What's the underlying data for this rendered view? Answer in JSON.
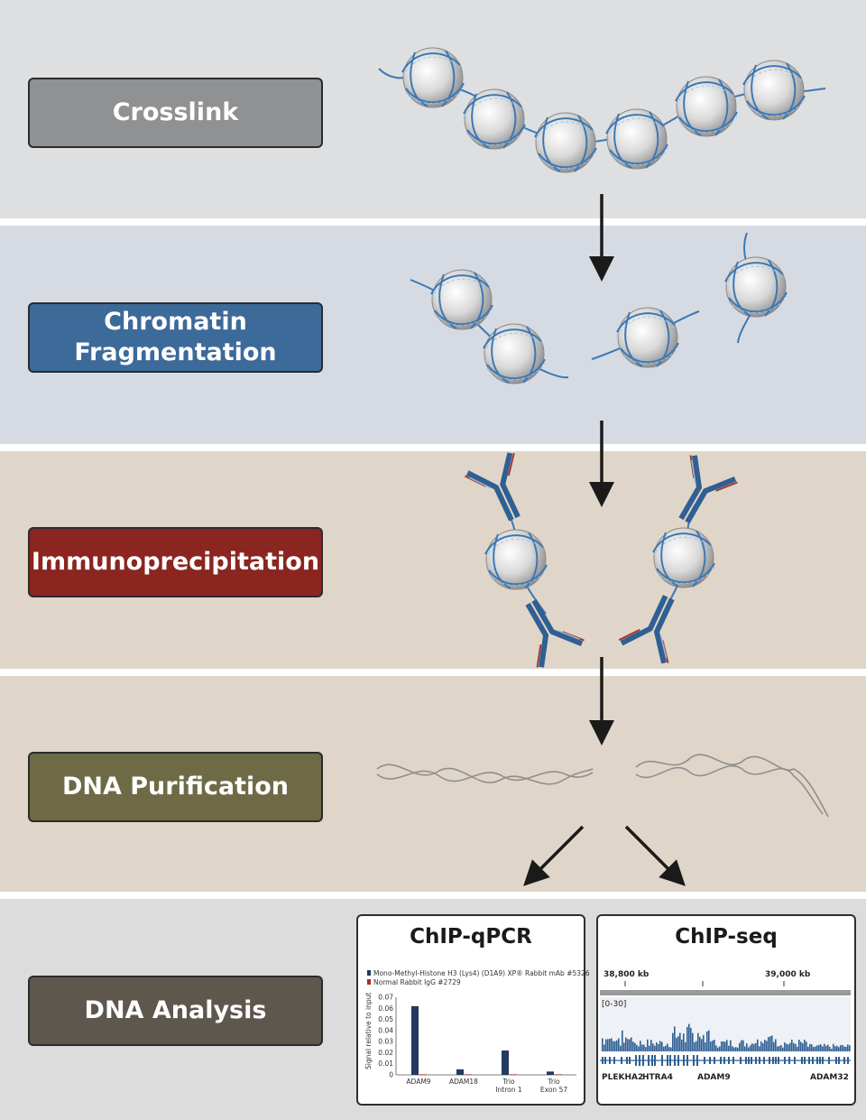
{
  "steps": [
    {
      "id": "crosslink",
      "label": "Crosslink",
      "color": "#8f9193"
    },
    {
      "id": "fragmentation",
      "label_line1": "Chromatin",
      "label_line2": "Fragmentation",
      "color": "#3c6a99"
    },
    {
      "id": "ip",
      "label": "Immunoprecipitation",
      "color": "#8a2520"
    },
    {
      "id": "purification",
      "label": "DNA Purification",
      "color": "#6d6a45"
    },
    {
      "id": "analysis",
      "label": "DNA Analysis",
      "color": "#5e574e"
    }
  ],
  "band_colors": [
    "#dedfe1",
    "#d6dbe3",
    "#dfd6c9",
    "#dfd6c9",
    "#dcdcdc"
  ],
  "qpcr": {
    "title": "ChIP-qPCR",
    "legend": [
      {
        "text": "Mono-Methyl-Histone H3 (Lys4) (D1A9) XP® Rabbit mAb #5326",
        "color": "#243a5e"
      },
      {
        "text": "Normal Rabbit IgG #2729",
        "color": "#a0302a"
      }
    ],
    "ylabel": "Signal relative to input",
    "chart_data": {
      "type": "bar",
      "categories": [
        "ADAM9",
        "ADAM18",
        "Trio Intron 1",
        "Trio Exon 57"
      ],
      "category_lines": [
        [
          "ADAM9"
        ],
        [
          "ADAM18"
        ],
        [
          "Trio",
          "Intron 1"
        ],
        [
          "Trio",
          "Exon 57"
        ]
      ],
      "series": [
        {
          "name": "Mono-Methyl-Histone H3 (Lys4) (D1A9) XP® Rabbit mAb #5326",
          "values": [
            0.062,
            0.005,
            0.022,
            0.003
          ]
        },
        {
          "name": "Normal Rabbit IgG #2729",
          "values": [
            0.0003,
            0.0002,
            0.0003,
            0.0002
          ]
        }
      ],
      "ylim": [
        0,
        0.07
      ],
      "yticks": [
        "0.07",
        "0.06",
        "0.05",
        "0.04",
        "0.03",
        "0.02",
        "0.01",
        "0"
      ]
    }
  },
  "seq": {
    "title": "ChIP-seq",
    "coord_left": "38,800 kb",
    "coord_right": "39,000 kb",
    "range": "[0-30]",
    "genes": [
      "PLEKHA2",
      "HTRA4",
      "ADAM9",
      "ADAM32"
    ]
  }
}
